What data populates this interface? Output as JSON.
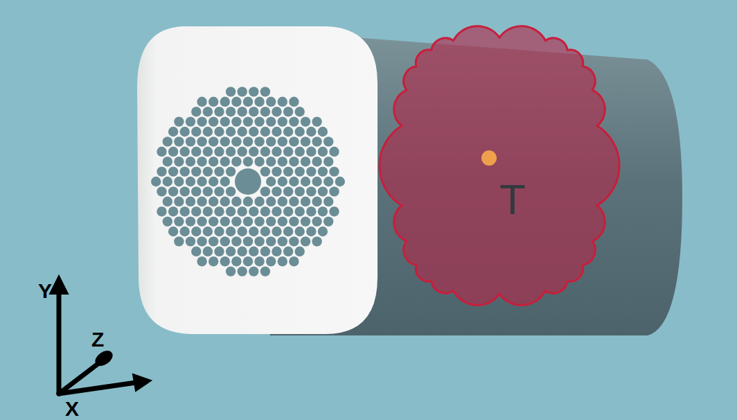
{
  "diagram": {
    "nodes": [
      {
        "text": [
          "T"
        ]
      }
    ],
    "labels": [
      "Y",
      "Z",
      "X"
    ]
  }
}
